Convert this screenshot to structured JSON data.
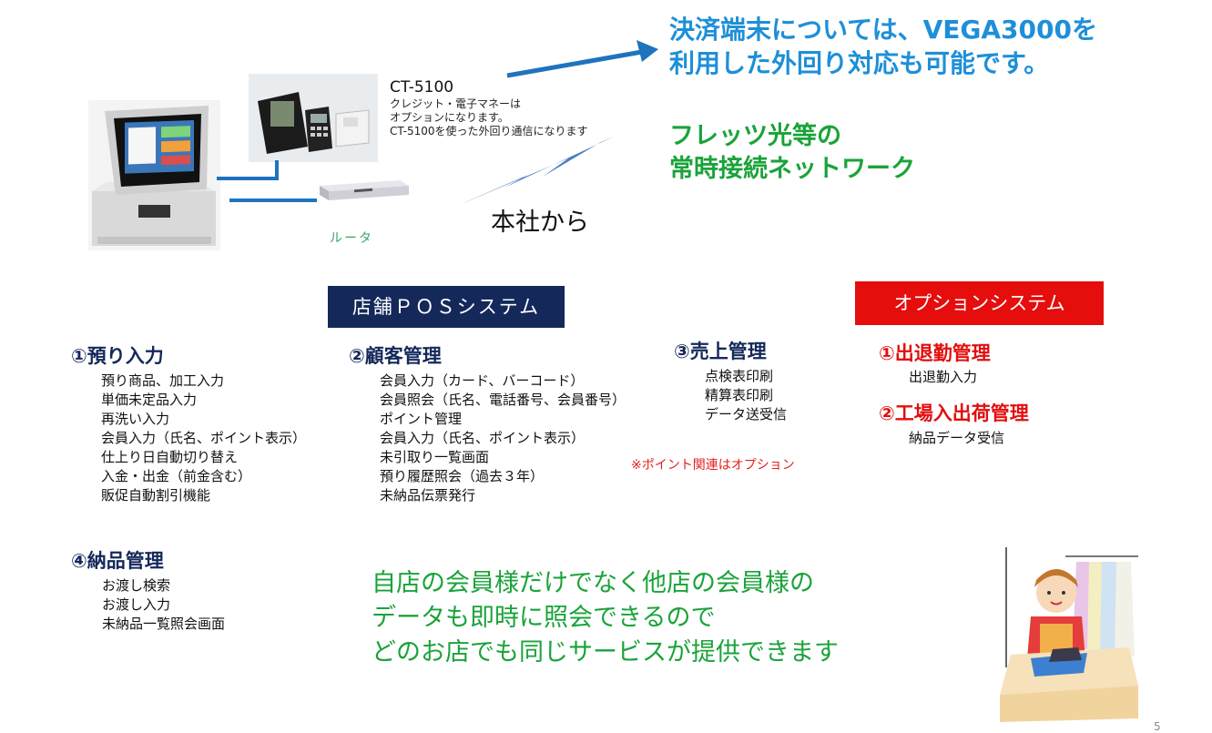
{
  "headline": {
    "line1": "決済端末については、VEGA3000を",
    "line2": "利用した外回り対応も可能です。"
  },
  "network": {
    "line1": "フレッツ光等の",
    "line2": "常時接続ネットワーク"
  },
  "ct5100": {
    "title": "CT-5100",
    "note1": "クレジット・電子マネーは",
    "note2": "オプションになります。",
    "note3": "CT-5100を使った外回り通信になります"
  },
  "router_label": "ルータ",
  "hq_label": "本社から",
  "banner_pos": "店舗ＰＯＳシステム",
  "banner_option": "オプションシステム",
  "sections": {
    "s1": {
      "title": "①預り入力",
      "items": [
        "預り商品、加工入力",
        "単価未定品入力",
        "再洗い入力",
        "会員入力（氏名、ポイント表示）",
        "仕上り日自動切り替え",
        "入金・出金（前金含む）",
        "販促自動割引機能"
      ]
    },
    "s2": {
      "title": "②顧客管理",
      "items": [
        "会員入力（カード、バーコード）",
        "会員照会（氏名、電話番号、会員番号）",
        "ポイント管理",
        "会員入力（氏名、ポイント表示）",
        "未引取り一覧画面",
        "預り履歴照会（過去３年）",
        "未納品伝票発行"
      ]
    },
    "s3": {
      "title": "③売上管理",
      "items": [
        "点検表印刷",
        "精算表印刷",
        "データ送受信"
      ]
    },
    "s4": {
      "title": "④納品管理",
      "items": [
        "お渡し検索",
        "お渡し入力",
        "未納品一覧照会画面"
      ]
    },
    "o1": {
      "title": "①出退勤管理",
      "items": [
        "出退勤入力"
      ]
    },
    "o2": {
      "title": "②工場入出荷管理",
      "items": [
        "納品データ受信"
      ]
    }
  },
  "point_note": "※ポイント関連はオプション",
  "bottom_message": {
    "line1": "自店の会員様だけでなく他店の会員様の",
    "line2": "データも即時に照会できるので",
    "line3": "どのお店でも同じサービスが提供できます"
  },
  "page_number": "5",
  "colors": {
    "headline_blue": "#1e8fd8",
    "green": "#1aa33a",
    "navy": "#14285a",
    "red": "#e30e0e"
  }
}
